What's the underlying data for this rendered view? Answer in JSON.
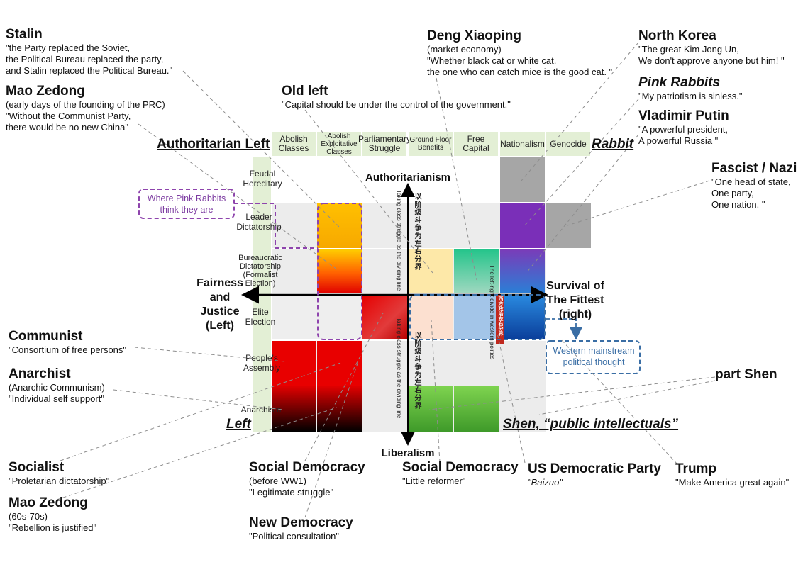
{
  "columns": [
    "Abolish Classes",
    "Abolish Exploitative Classes",
    "Parliamentary Struggle",
    "Ground Floor Benefits",
    "Free Capital",
    "Nationalism",
    "Genocide"
  ],
  "rows": [
    "Feudal Hereditary",
    "Leader Dictatorship",
    "Bureaucratic Dictatorship (Formalist Election)",
    "Elite Election",
    "People's Assembly",
    "Anarchism"
  ],
  "axis": {
    "top": "Authoritarianism",
    "bottom": "Liberalism",
    "left": "Fairness and Justice (Left)",
    "right": "Survival of The Fittest (right)",
    "vertical_en": "Taking class struggle as the dividing line",
    "vertical_cn": "以阶级斗争为左右分界",
    "western_en": "The left-right divide in western politics",
    "western_cn": "西方政治左右分界"
  },
  "corner_labels": {
    "authoritarian_left": "Authoritarian Left",
    "rabbit": "Rabbit",
    "left": "Left",
    "shen": "Shen,  “public intellectuals”"
  },
  "callouts": {
    "pink_rabbits_place": "Where Pink Rabbits think they are",
    "western_mainstream": "Western mainstream political thought"
  },
  "annotations": {
    "stalin": {
      "title": "Stalin",
      "quote": "\"the Party replaced the Soviet,\nthe Political Bureau replaced the party,\nand Stalin replaced the Political Bureau.\""
    },
    "mao_early": {
      "title": "Mao Zedong",
      "quote": "(early days of the founding of the PRC)\n\"Without the Communist Party,\nthere would be no new China\""
    },
    "old_left": {
      "title": "Old left",
      "quote": "\"Capital should be under the control of the government.\""
    },
    "deng": {
      "title": "Deng Xiaoping",
      "quote": "(market economy)\n\"Whether black cat or white cat,\nthe one who can catch mice is the good cat. \""
    },
    "north_korea": {
      "title": "North Korea",
      "quote": "\"The great Kim Jong Un,\nWe don't approve anyone but him! \""
    },
    "pink_rabbits": {
      "title": "Pink Rabbits",
      "quote": "\"My patriotism is sinless.\""
    },
    "putin": {
      "title": "Vladimir Putin",
      "quote": "\"A powerful president,\nA powerful Russia \""
    },
    "fascist": {
      "title": "Fascist / Nazi",
      "quote": "\"One head of state,\nOne party,\nOne nation. \""
    },
    "communist": {
      "title": "Communist",
      "quote": "\"Consortium of free persons\""
    },
    "anarchist": {
      "title": "Anarchist",
      "quote": "(Anarchic Communism)\n\"Individual self support\""
    },
    "part_shen": {
      "title": "part Shen",
      "quote": ""
    },
    "socialist": {
      "title": "Socialist",
      "quote": "\"Proletarian dictatorship\""
    },
    "mao_late": {
      "title": "Mao Zedong",
      "quote": "(60s-70s)\n\"Rebellion is justified\""
    },
    "social_dem_ww1": {
      "title": "Social Democracy",
      "quote": "(before WW1)\n\"Legitimate struggle\""
    },
    "new_dem": {
      "title": "New Democracy",
      "quote": "\"Political consultation\""
    },
    "social_dem": {
      "title": "Social Democracy",
      "quote": "\"Little reformer\""
    },
    "us_dem": {
      "title": "US Democratic Party",
      "quote": "\"Baizuo\""
    },
    "trump": {
      "title": "Trump",
      "quote": "\"Make America great again\""
    }
  },
  "colors": {
    "header_green": "#e3efd5",
    "grid_gray": "#e9e9e9",
    "red": "#e00000",
    "purple_dash": "#8e44ad",
    "blue_dash": "#3a6ea5"
  }
}
